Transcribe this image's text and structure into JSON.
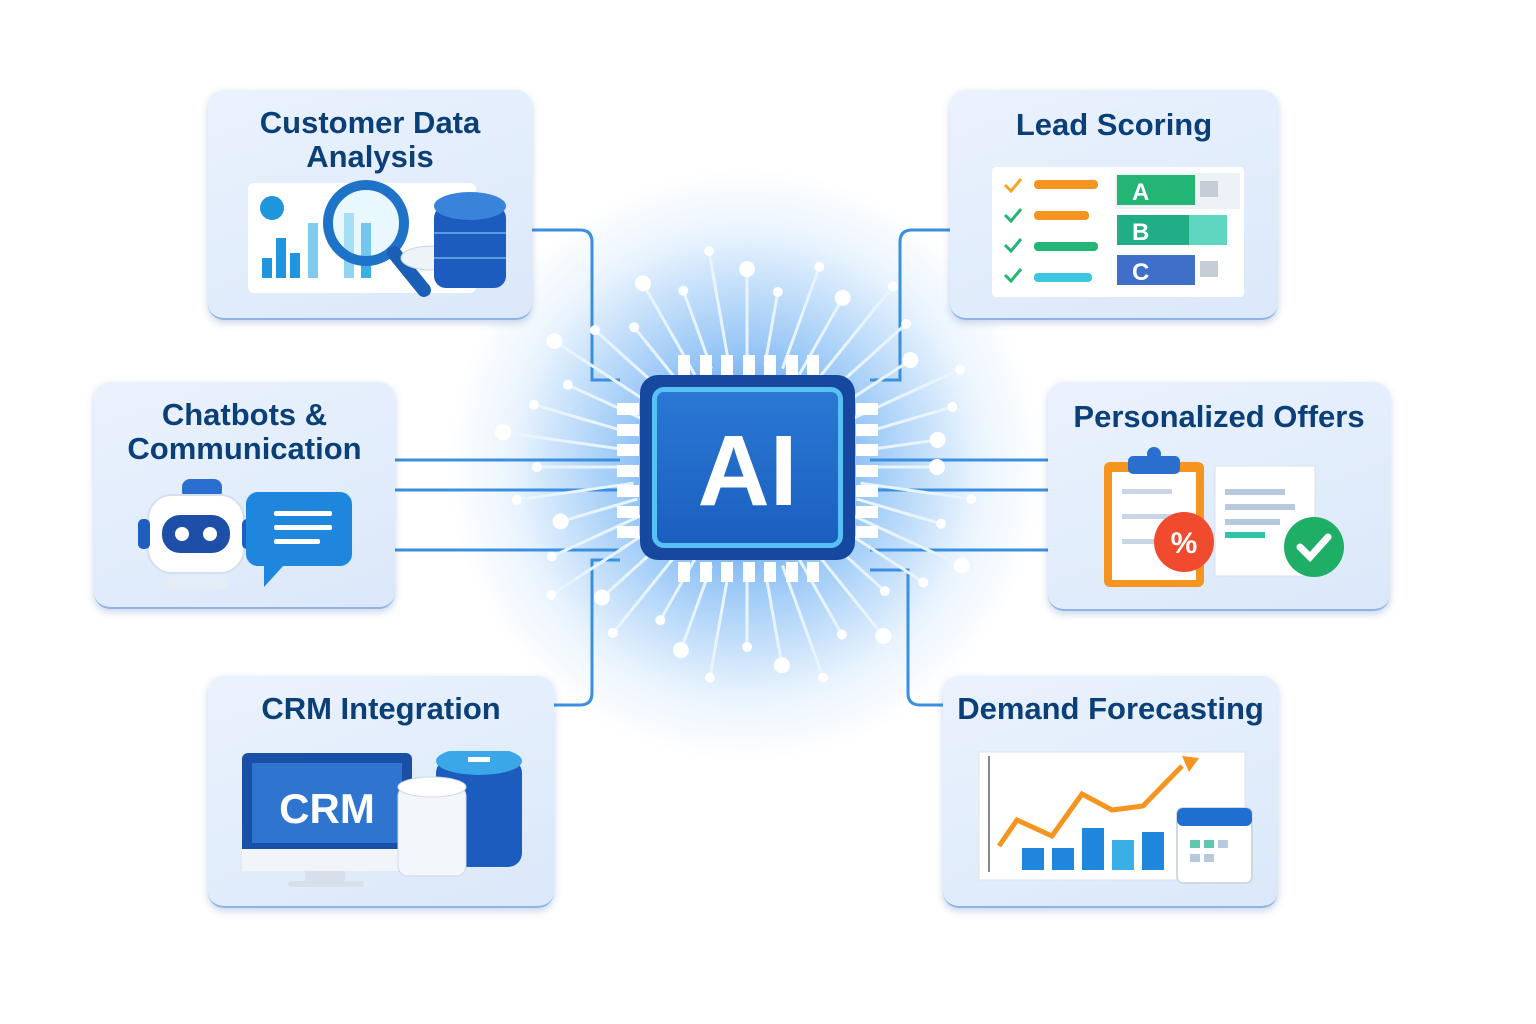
{
  "center": {
    "label": "AI"
  },
  "cards": [
    {
      "title_lines": [
        "Customer Data",
        "Analysis"
      ]
    },
    {
      "title_lines": [
        "Lead Scoring"
      ],
      "grades": [
        "A",
        "B",
        "C"
      ]
    },
    {
      "title_lines": [
        "Chatbots &",
        "Communication"
      ]
    },
    {
      "title_lines": [
        "Personalized Offers"
      ],
      "badge": "%"
    },
    {
      "title_lines": [
        "CRM Integration"
      ],
      "screen_text": "CRM"
    },
    {
      "title_lines": [
        "Demand Forecasting"
      ]
    }
  ],
  "colors": {
    "title": "#0b3f78",
    "chip": "#1748a0",
    "accent": "#2a8be0",
    "orange": "#f5951f",
    "green": "#22b573"
  }
}
